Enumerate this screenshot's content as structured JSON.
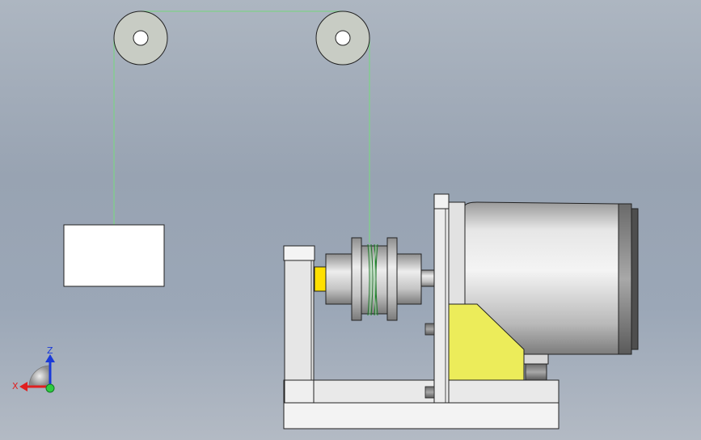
{
  "viewport": {
    "background_top": "#adb6c1",
    "background_bottom": "#b3bac4"
  },
  "colors": {
    "rope": "#7fd08a",
    "pulley": "#c8ccc4",
    "weight_box": "#ffffff",
    "bracket": "#f2f2f2",
    "gusset": "#ecec5a",
    "shaft_collar": "#ffe000",
    "motor_body": "#d7d7d7",
    "triad_x": "#e02020",
    "triad_z": "#1a3ad8",
    "triad_origin": "#2ecc40"
  },
  "scene": {
    "pulleys": [
      "pulley-left",
      "pulley-right"
    ],
    "weight": "weight-block",
    "drum": "winch-drum",
    "motor": "electric-motor"
  },
  "axis_triad": {
    "x_label": "X",
    "z_label": "Z"
  }
}
